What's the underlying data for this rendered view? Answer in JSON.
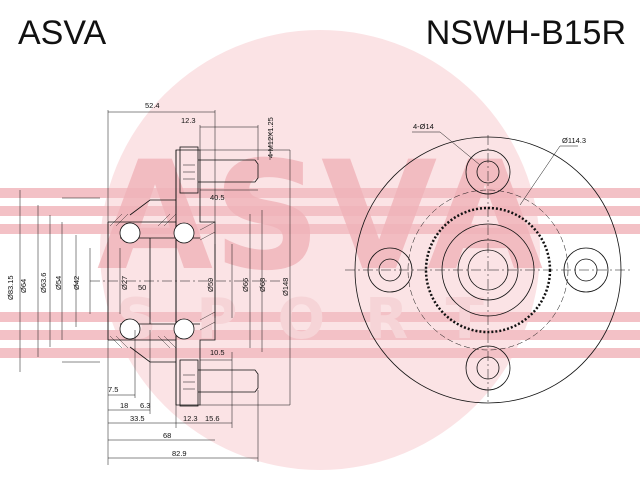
{
  "header": {
    "brand": "ASVA",
    "part_number": "NSWH-B15R"
  },
  "watermark": {
    "logo_text": "ASVA",
    "sub_text": "SPORT",
    "color": "#e8a8ae"
  },
  "colors": {
    "line": "#111111",
    "watermark": "#f3c9cd"
  },
  "side_view_dims": {
    "overall_width": "52.4",
    "stud_thread_len": "12.3",
    "thread": "4-M12X1.25",
    "stud_len": "40.5",
    "bore_d": "Ø27",
    "bearing_w": "50",
    "d_59": "Ø59",
    "d_66": "Ø66",
    "d_68": "Ø68",
    "d_148": "Ø148",
    "d_83": "Ø83.15",
    "d_64": "Ø64",
    "d_63": "Ø63.6",
    "d_54": "Ø54",
    "d_42": "Ø42",
    "flange_th": "10.5",
    "d75": "7.5",
    "d18": "18",
    "d63b": "6.3",
    "d335": "33.5",
    "d123b": "12.3",
    "d156": "15.6",
    "d68w": "68",
    "d829": "82.9"
  },
  "front_view_dims": {
    "holes": "4-Ø14",
    "pcd": "Ø114.3"
  }
}
